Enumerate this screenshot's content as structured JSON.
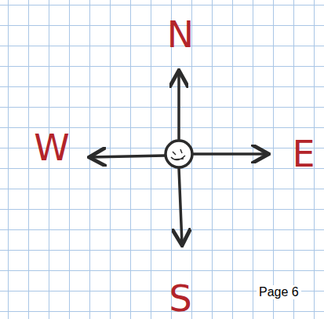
{
  "diagram": {
    "labels": [
      "N",
      "W",
      "E",
      "S",
      "Page 6"
    ]
  }
}
